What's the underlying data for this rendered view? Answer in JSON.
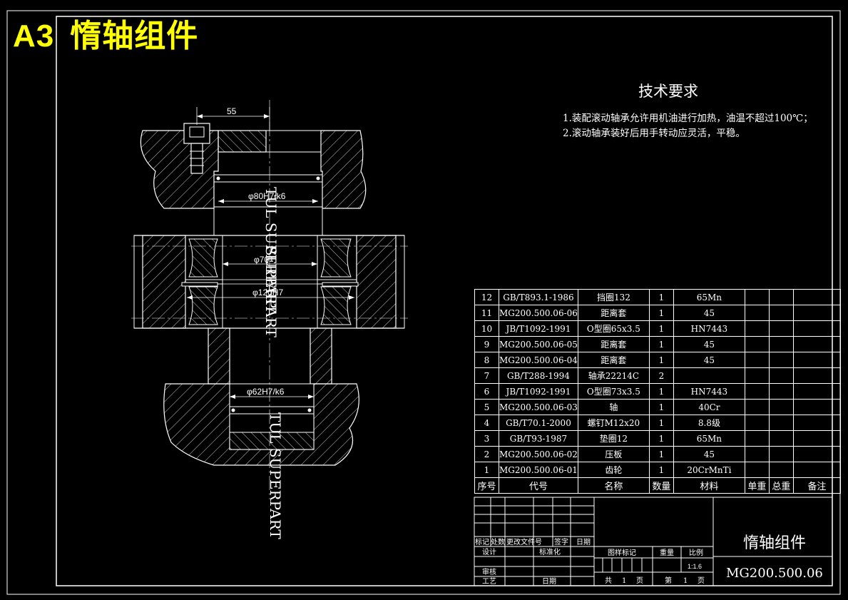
{
  "sheet_badge": {
    "size": "A3",
    "name": "惰轴组件"
  },
  "tech_requirements": {
    "heading": "技术要求",
    "lines": [
      "1.装配滚动轴承允许用机油进行加热，油温不超过100℃；",
      "2.滚动轴承装好后用手转动应灵活，平稳。"
    ]
  },
  "dimensions": {
    "d55": "55",
    "d80": "φ80H7/k6",
    "d70": "φ70",
    "d120": "φ120H7",
    "d62": "φ62H7/k6"
  },
  "watermarks": [
    "TUL SUPERPART",
    "SUPERPART",
    "TUL SUPERPART"
  ],
  "bom": {
    "headers": [
      "序号",
      "代号",
      "名称",
      "数量",
      "材料",
      "单重",
      "总重",
      "备注"
    ],
    "rows": [
      [
        "12",
        "GB/T893.1-1986",
        "挡圈132",
        "1",
        "65Mn",
        "",
        "",
        ""
      ],
      [
        "11",
        "MG200.500.06-06",
        "距离套",
        "1",
        "45",
        "",
        "",
        ""
      ],
      [
        "10",
        "JB/T1092-1991",
        "O型圈65x3.5",
        "1",
        "HN7443",
        "",
        "",
        ""
      ],
      [
        "9",
        "MG200.500.06-05",
        "距离套",
        "1",
        "45",
        "",
        "",
        ""
      ],
      [
        "8",
        "MG200.500.06-04",
        "距离套",
        "1",
        "45",
        "",
        "",
        ""
      ],
      [
        "7",
        "GB/T288-1994",
        "轴承22214C",
        "2",
        "",
        "",
        "",
        ""
      ],
      [
        "6",
        "JB/T1092-1991",
        "O型圈73x3.5",
        "1",
        "HN7443",
        "",
        "",
        ""
      ],
      [
        "5",
        "MG200.500.06-03",
        "轴",
        "1",
        "40Cr",
        "",
        "",
        ""
      ],
      [
        "4",
        "GB/T70.1-2000",
        "螺钉M12x20",
        "1",
        "8.8级",
        "",
        "",
        ""
      ],
      [
        "3",
        "GB/T93-1987",
        "垫圈12",
        "1",
        "65Mn",
        "",
        "",
        ""
      ],
      [
        "2",
        "MG200.500.06-02",
        "压板",
        "1",
        "45",
        "",
        "",
        ""
      ],
      [
        "1",
        "MG200.500.06-01",
        "齿轮",
        "1",
        "20CrMnTi",
        "",
        "",
        ""
      ]
    ]
  },
  "title_block": {
    "biaoji": "标记",
    "chushu": "处数",
    "gengai": "更改文件号",
    "qianzi": "签字",
    "riqi": "日期",
    "sheji": "设计",
    "biaozhunhua": "标准化",
    "shenhe": "审核",
    "gongyi": "工艺",
    "riqi2": "日期",
    "tuyang": "图样标记",
    "zhongliang": "重量",
    "bili": "比例",
    "scale": "1:1.6",
    "gong": "共",
    "gong_n": "1",
    "ye": "页",
    "di": "第",
    "di_n": "1",
    "ye2": "页",
    "drawing_name": "惰轴组件",
    "drawing_code": "MG200.500.06"
  }
}
